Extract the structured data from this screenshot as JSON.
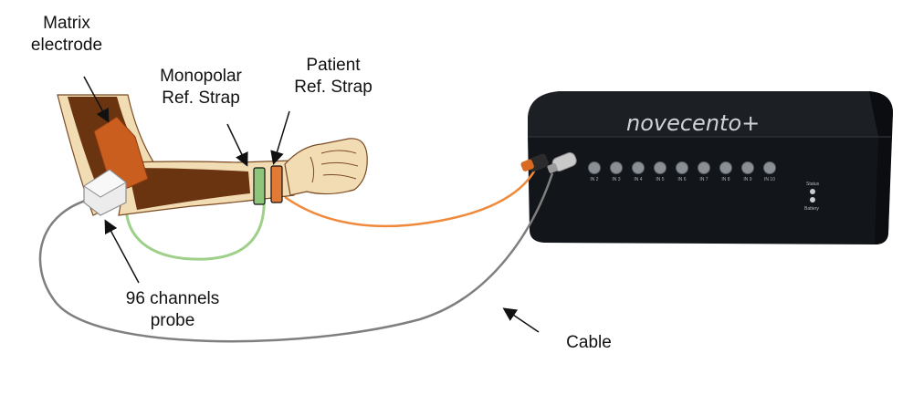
{
  "labels": {
    "matrix_electrode": [
      "Matrix",
      "electrode"
    ],
    "monopolar_ref_strap": [
      "Monopolar",
      "Ref. Strap"
    ],
    "patient_ref_strap": [
      "Patient",
      "Ref. Strap"
    ],
    "probe": [
      "96 channels",
      "probe"
    ],
    "cable": "Cable"
  },
  "device": {
    "brand": "novecento+",
    "inputs": [
      "IN 2",
      "IN 3",
      "IN 4",
      "IN 5",
      "IN 6",
      "IN 7",
      "IN 8",
      "IN 9",
      "IN 10"
    ],
    "status_label": "Status",
    "battery_label": "Battery"
  },
  "colors": {
    "skin": "#f2dcb4",
    "sleeve": "#6b3410",
    "electrode": "#c95e1e",
    "monopolar_strap": "#8fc57a",
    "patient_strap": "#e07a35",
    "device": "#16191d",
    "cable_orange": "#ef8a3c",
    "cable_gray": "#7f7f7f",
    "cable_green": "#9ed08a"
  }
}
